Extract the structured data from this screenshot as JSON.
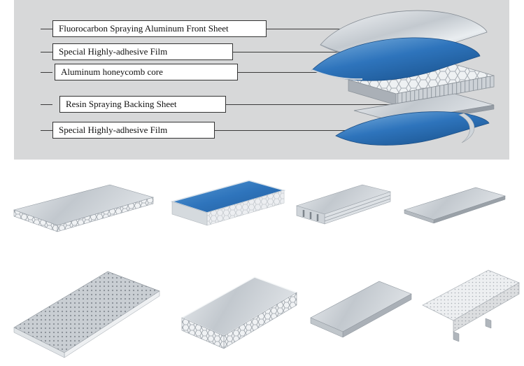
{
  "diagram": {
    "background_color": "#d7d8d9",
    "labels": [
      {
        "text": "Fluorocarbon Spraying Aluminum Front Sheet"
      },
      {
        "text": "Special Highly-adhesive Film"
      },
      {
        "text": "Aluminum honeycomb core"
      },
      {
        "text": "Resin Spraying Backing Sheet"
      },
      {
        "text": "Special Highly-adhesive Film"
      }
    ],
    "illustration": {
      "layers": [
        "front-sheet",
        "adhesive-film",
        "honeycomb-core",
        "backing-sheet",
        "adhesive-film"
      ],
      "colors": {
        "metal_light": "#f4f6f8",
        "metal_dark": "#9aa2ab",
        "film_blue": "#2e74bc"
      }
    }
  },
  "products": {
    "items": [
      {
        "id": "gray-panel-honeycomb-edge",
        "color": "#c6ccd2"
      },
      {
        "id": "blue-honeycomb-panel",
        "color": "#2e74bc"
      },
      {
        "id": "white-extruded-panel",
        "color": "#e8ebee"
      },
      {
        "id": "silver-flat-panel",
        "color": "#cdd2d7"
      },
      {
        "id": "perforated-gray-panel",
        "color": "#c9ced3"
      },
      {
        "id": "honeycomb-core-panel",
        "color": "#eef1f3"
      },
      {
        "id": "plain-gray-panel",
        "color": "#c6ccd2"
      },
      {
        "id": "perforated-panel-with-flange",
        "color": "#edeff1"
      }
    ]
  }
}
